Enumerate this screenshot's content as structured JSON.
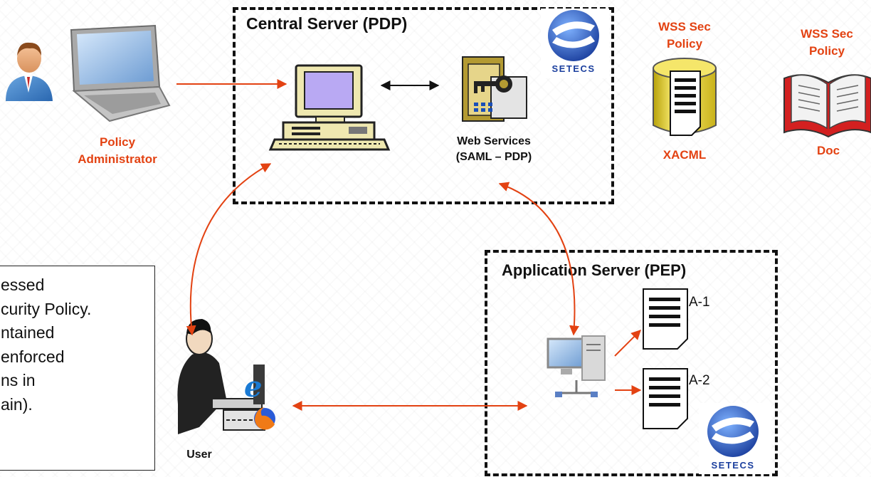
{
  "central_server": {
    "title": "Central Server (PDP)"
  },
  "app_server": {
    "title": "Application Server (PEP)"
  },
  "policy_admin": {
    "label_line1": "Policy",
    "label_line2": "Administrator"
  },
  "web_services": {
    "label_line1": "Web Services",
    "label_line2": "(SAML – PDP)"
  },
  "xacml_policy": {
    "header_line1": "WSS Sec",
    "header_line2": "Policy",
    "caption": "XACML"
  },
  "doc_policy": {
    "header_line1": "WSS Sec",
    "header_line2": "Policy",
    "caption": "Doc"
  },
  "user": {
    "label": "User"
  },
  "app_docs": [
    {
      "label": "A-1"
    },
    {
      "label": "A-2"
    }
  ],
  "logo": {
    "text": "SETECS"
  },
  "note": {
    "lines": [
      "essed",
      "curity Policy.",
      "ntained",
      "enforced",
      "ns in",
      "ain)."
    ]
  },
  "colors": {
    "arrow_red": "#e34212",
    "label_red": "#e34212",
    "dash": "#111111"
  }
}
